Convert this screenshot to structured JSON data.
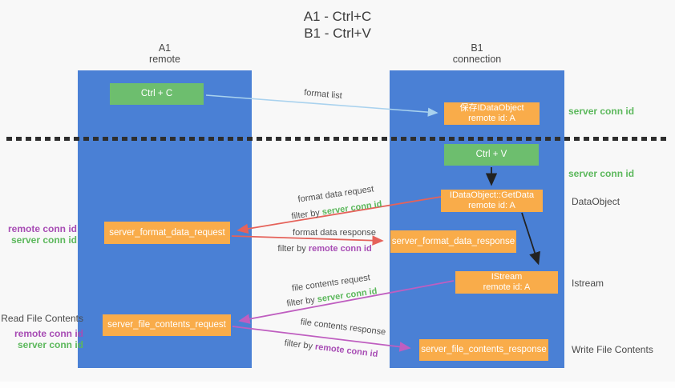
{
  "title": {
    "line1": "A1 - Ctrl+C",
    "line2": "B1 - Ctrl+V"
  },
  "lanes": {
    "a1": {
      "name": "A1",
      "role": "remote"
    },
    "b1": {
      "name": "B1",
      "role": "connection"
    }
  },
  "nodes": {
    "ctrl_c": {
      "label": "Ctrl + C"
    },
    "ctrl_v": {
      "label": "Ctrl + V"
    },
    "save_idataobject": {
      "line1": "保存IDataObject",
      "line2": "remote id: A"
    },
    "getdata": {
      "line1": "IDataObject::GetData",
      "line2": "remote id: A"
    },
    "istream": {
      "line1": "IStream",
      "line2": "remote id: A"
    },
    "format_request": {
      "label": "server_format_data_request"
    },
    "format_response": {
      "label": "server_format_data_response"
    },
    "file_request": {
      "label": "server_file_contents_request"
    },
    "file_response": {
      "label": "server_file_contents_response"
    }
  },
  "edge_labels": {
    "format_list": "format list",
    "format_data_request": "format data request",
    "format_data_response": "format data response",
    "file_contents_request": "file contents request",
    "file_contents_response": "file contents response",
    "filter_by": "filter by",
    "server_conn_id": "server conn id",
    "remote_conn_id": "remote conn id"
  },
  "side_labels": {
    "server_conn_id_top": "server conn id",
    "server_conn_id_mid": "server conn id",
    "dataobject": "DataObject",
    "istream": "Istream",
    "write_file_contents": "Write File Contents",
    "read_file_contents": "Read File Contents",
    "remote_conn_id": "remote conn id",
    "server_conn_id": "server conn id"
  },
  "colors": {
    "lane_blue": "#4a80d5",
    "node_green": "#6dbe6e",
    "node_orange": "#f9ac4a",
    "arrow_blue": "#a9d2ee",
    "arrow_black": "#222222",
    "arrow_red": "#e5625a",
    "arrow_magenta": "#bf5ec0",
    "text_green": "#5cb85c",
    "text_purple": "#a74cb4",
    "text_gray": "#4a4a4a"
  }
}
